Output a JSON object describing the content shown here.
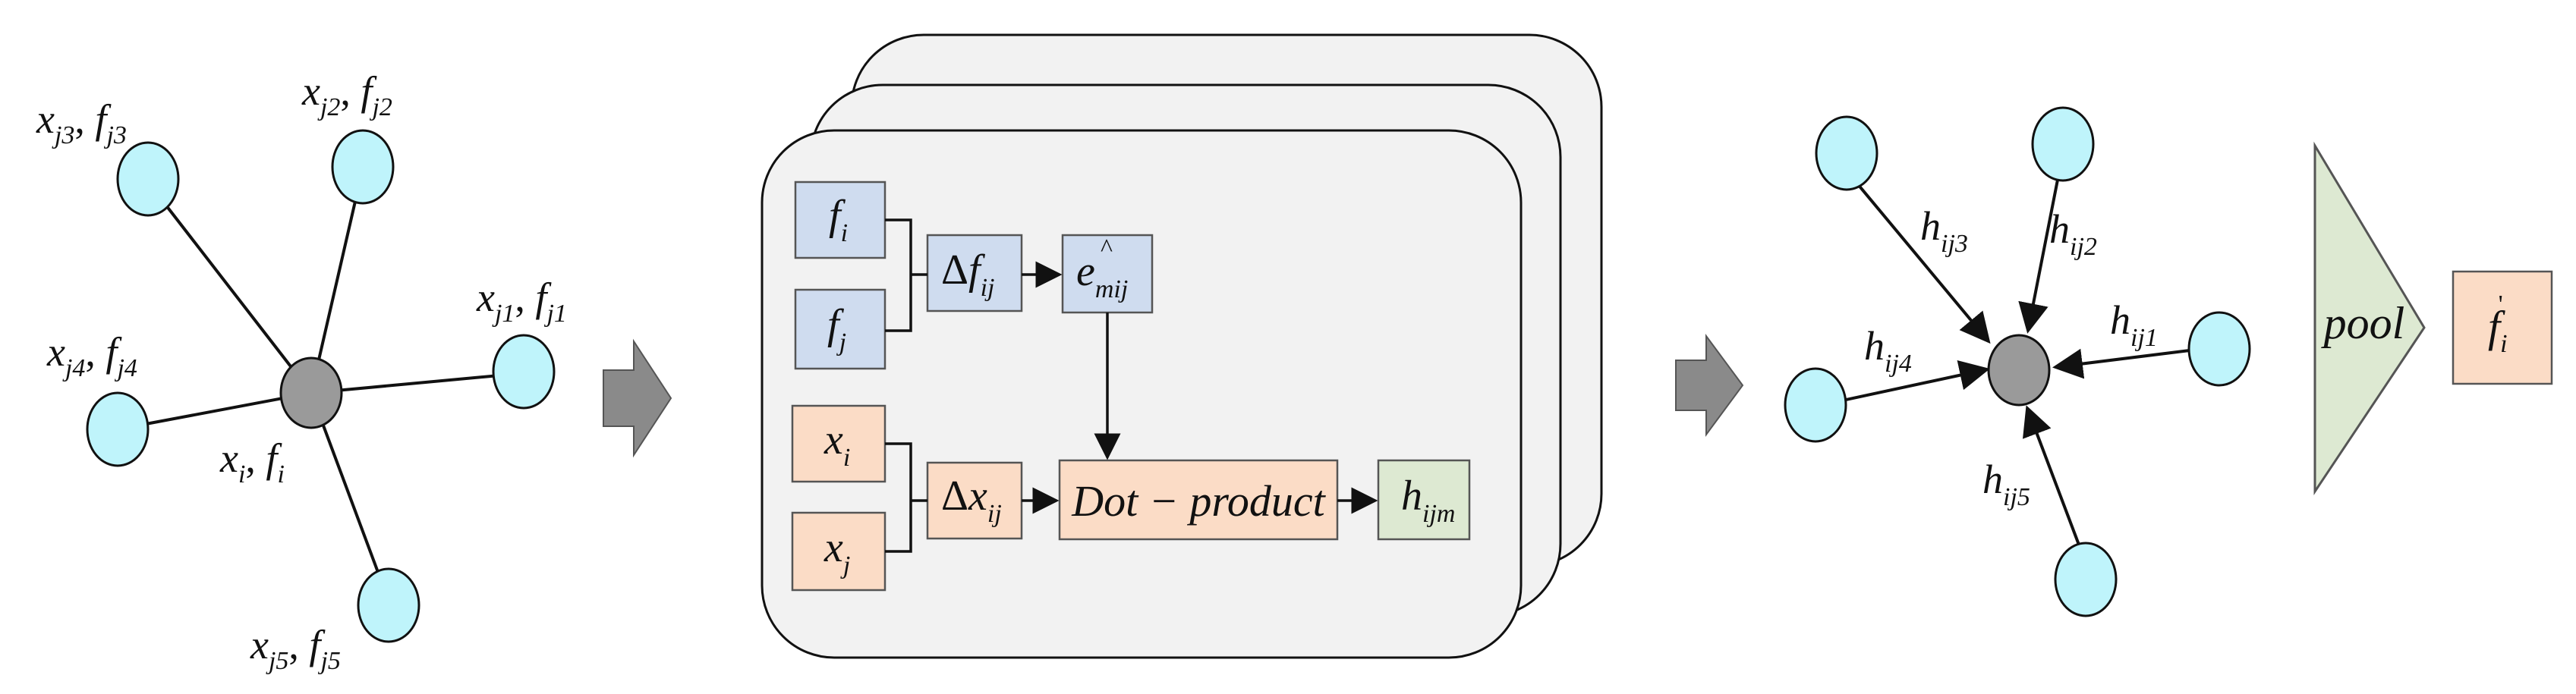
{
  "colors": {
    "node_cyan": "#bff4fb",
    "center_node": "#9a9a9a",
    "feature_box": "#cfdcef",
    "coord_box": "#fbdcc6",
    "output_box": "#dde9d2",
    "card_bg": "#f2f2f2",
    "arrow_gray": "#8a8a8a",
    "pool_fill": "#dde9d2"
  },
  "left_graph": {
    "center": {
      "x": "x",
      "xsub": "i",
      "f": "f",
      "fsub": "i"
    },
    "neighbors": [
      {
        "id": "j3",
        "x": "x",
        "xsub": "j3",
        "f": "f",
        "fsub": "j3"
      },
      {
        "id": "j2",
        "x": "x",
        "xsub": "j2",
        "f": "f",
        "fsub": "j2"
      },
      {
        "id": "j1",
        "x": "x",
        "xsub": "j1",
        "f": "f",
        "fsub": "j1"
      },
      {
        "id": "j4",
        "x": "x",
        "xsub": "j4",
        "f": "f",
        "fsub": "j4"
      },
      {
        "id": "j5",
        "x": "x",
        "xsub": "j5",
        "f": "f",
        "fsub": "j5"
      }
    ]
  },
  "module": {
    "fi": {
      "main": "f",
      "sub": "i"
    },
    "fj": {
      "main": "f",
      "sub": "j"
    },
    "xi": {
      "main": "x",
      "sub": "i"
    },
    "xj": {
      "main": "x",
      "sub": "j"
    },
    "delta_f": {
      "delta": "Δ",
      "main": "f",
      "sub": "ij"
    },
    "delta_x": {
      "delta": "Δ",
      "main": "x",
      "sub": "ij"
    },
    "e_hat": {
      "main": "e",
      "sub": "mij",
      "hat": "^"
    },
    "dot_product": "Dot − product",
    "h_out": {
      "main": "h",
      "sub": "ijm"
    }
  },
  "right_graph": {
    "edges": [
      {
        "id": "ij3",
        "main": "h",
        "sub": "ij3"
      },
      {
        "id": "ij2",
        "main": "h",
        "sub": "ij2"
      },
      {
        "id": "ij1",
        "main": "h",
        "sub": "ij1"
      },
      {
        "id": "ij4",
        "main": "h",
        "sub": "ij4"
      },
      {
        "id": "ij5",
        "main": "h",
        "sub": "ij5"
      }
    ]
  },
  "pool": {
    "label": "pool"
  },
  "output": {
    "main": "f",
    "sub": "i",
    "prime": "'"
  }
}
